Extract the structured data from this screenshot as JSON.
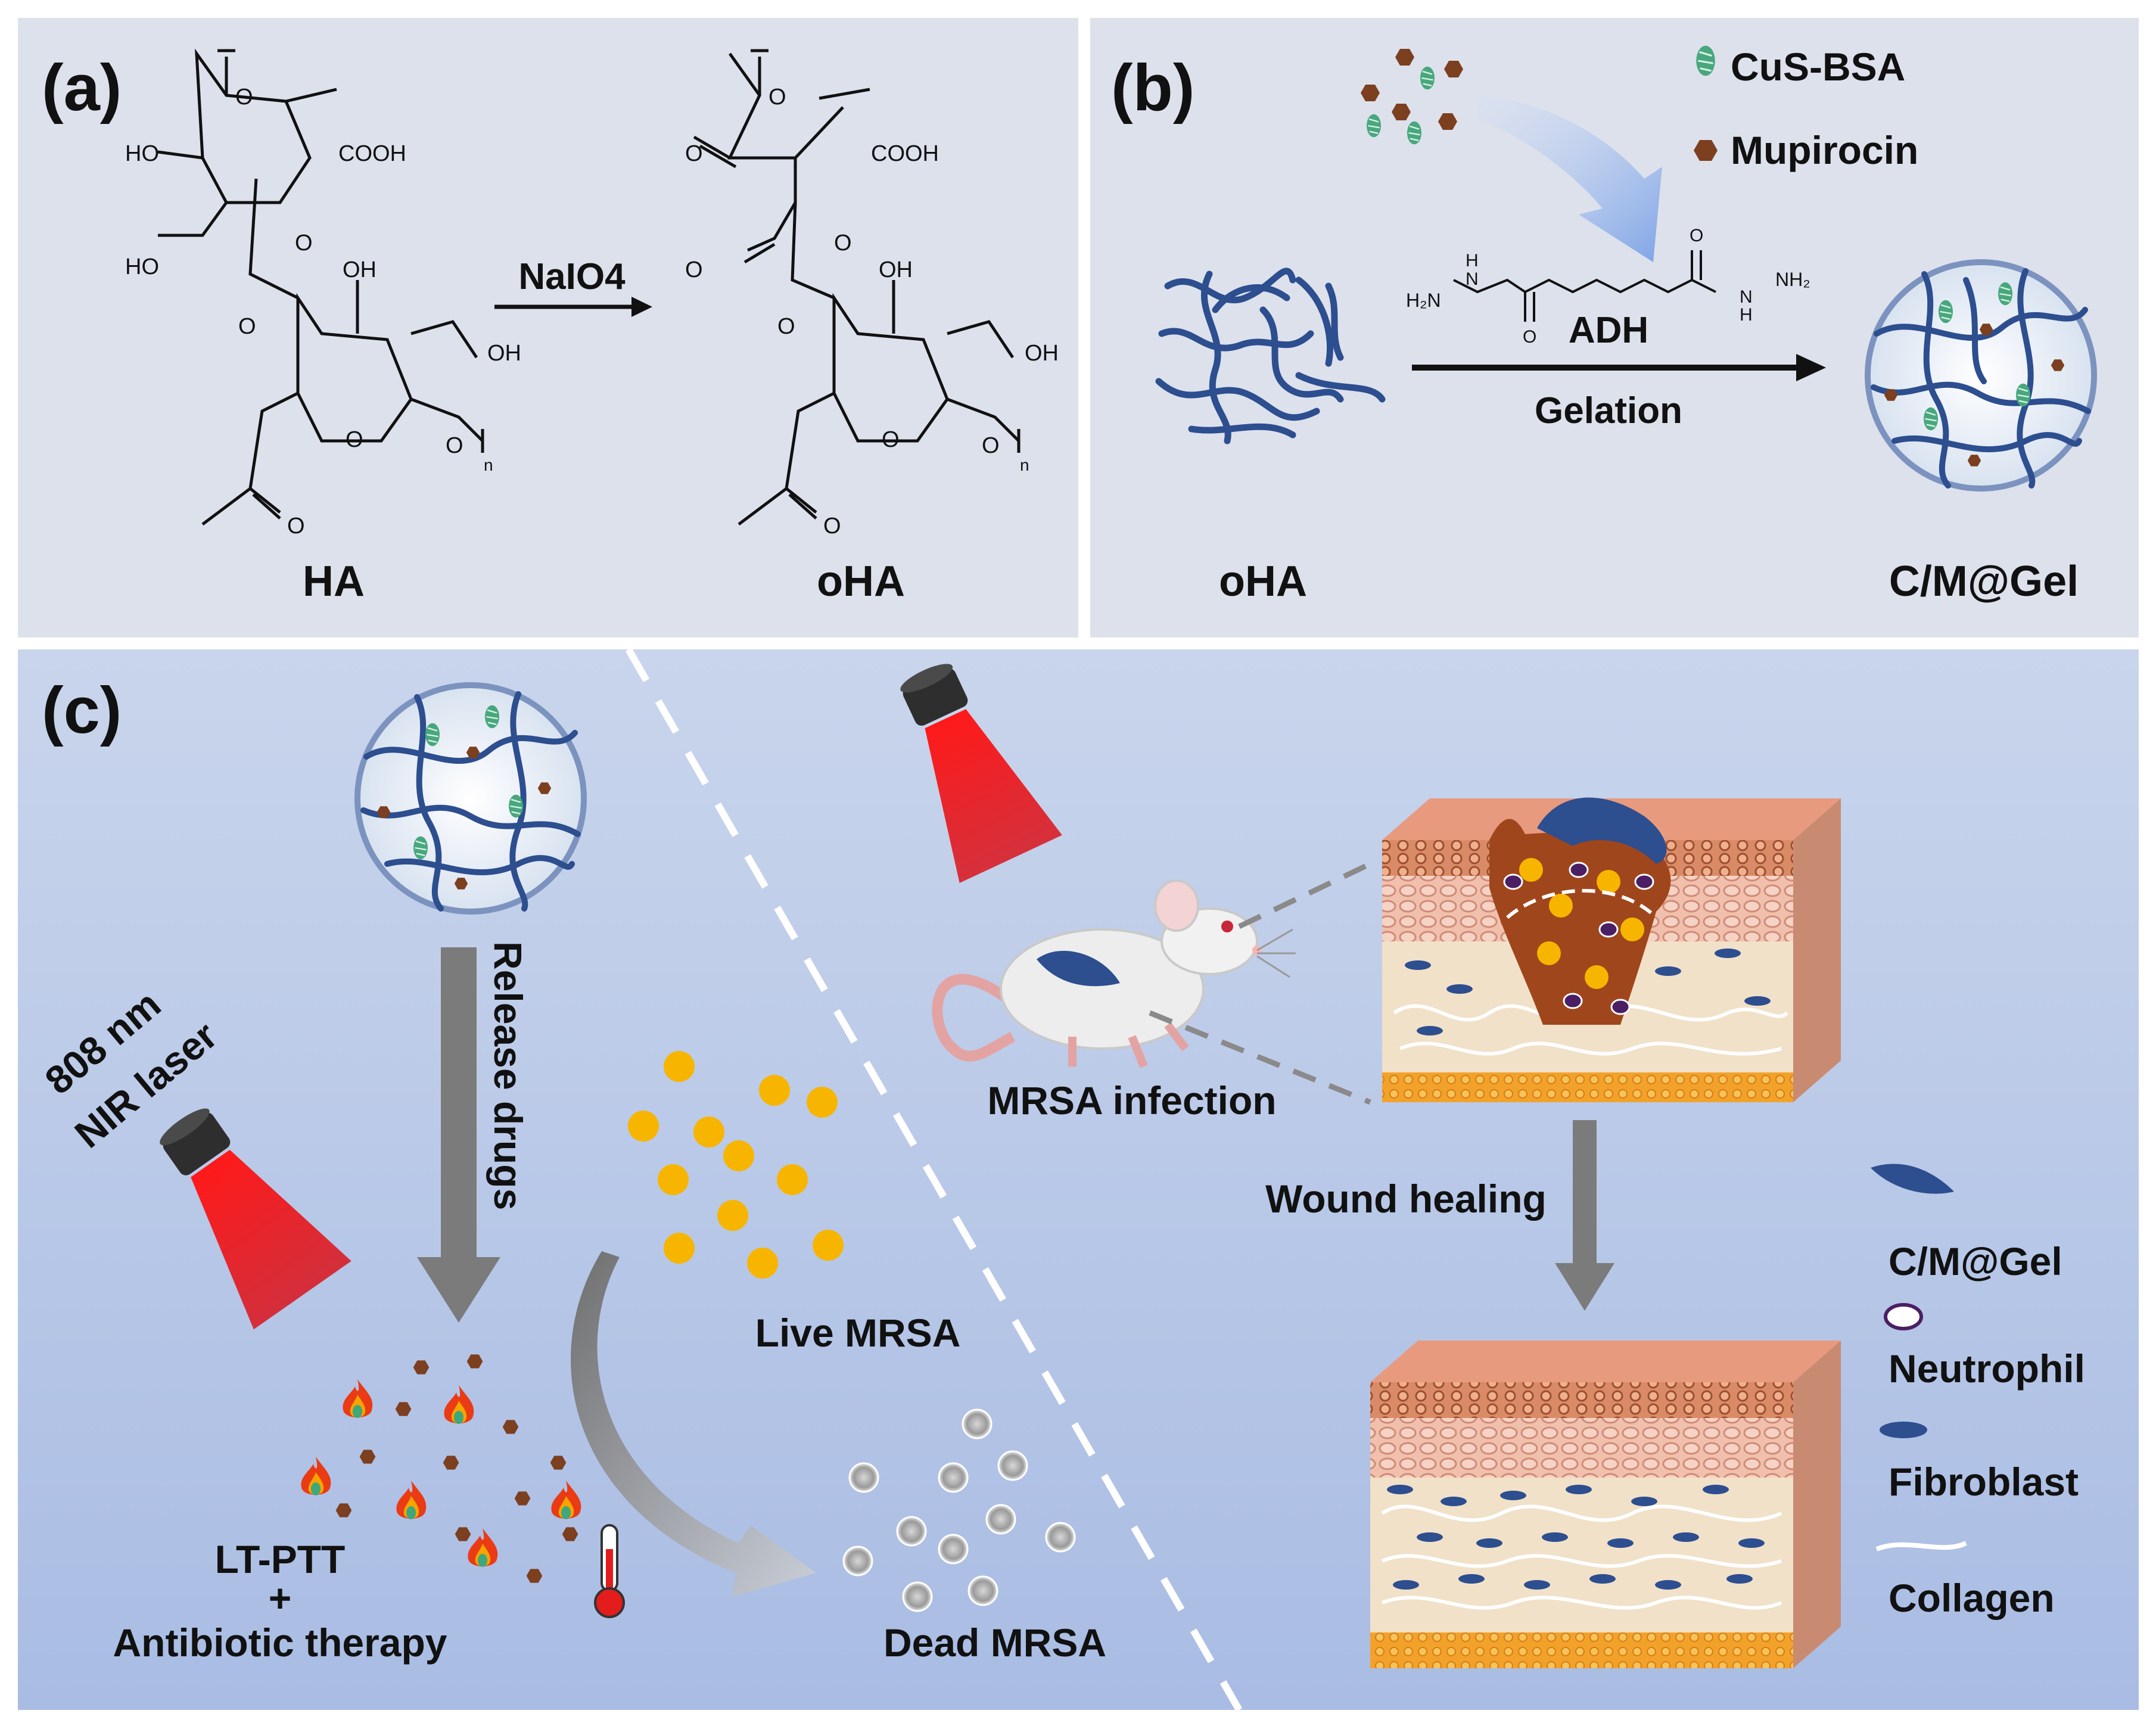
{
  "panels": {
    "a": {
      "label": "(a)",
      "reagent": "NaIO4",
      "left_name": "HA",
      "right_name": "oHA",
      "atoms": {
        "ho": "HO",
        "cooh": "COOH",
        "o": "O",
        "oh": "OH",
        "n": "n"
      }
    },
    "b": {
      "label": "(b)",
      "legend": {
        "cus": "CuS-BSA",
        "mup": "Mupirocin"
      },
      "linker": "ADH",
      "process": "Gelation",
      "left_name": "oHA",
      "right_name": "C/M@Gel",
      "adh_atoms": {
        "h2n": "H₂N",
        "nh2": "NH₂",
        "h": "H",
        "n": "N",
        "o": "O"
      }
    },
    "c": {
      "label": "(c)",
      "laser_line1": "808 nm",
      "laser_line2": "NIR laser",
      "release": "Release drugs",
      "live": "Live MRSA",
      "dead": "Dead MRSA",
      "therapy1": "LT-PTT",
      "therapy2": "+",
      "therapy3": "Antibiotic therapy",
      "infection": "MRSA infection",
      "healing": "Wound healing",
      "legend": [
        "C/M@Gel",
        "Neutrophil",
        "Fibroblast",
        "Collagen"
      ]
    }
  },
  "colors": {
    "panel_ab_bg": "#dde1ec",
    "panel_c_bg": "#b9cae8",
    "polymer": "#2d4e8f",
    "cus": "#48a77d",
    "mupirocin": "#7c3f1f",
    "laser": "#e0151b",
    "mrsa_live": "#f7b500",
    "skin": "#e8a487"
  }
}
